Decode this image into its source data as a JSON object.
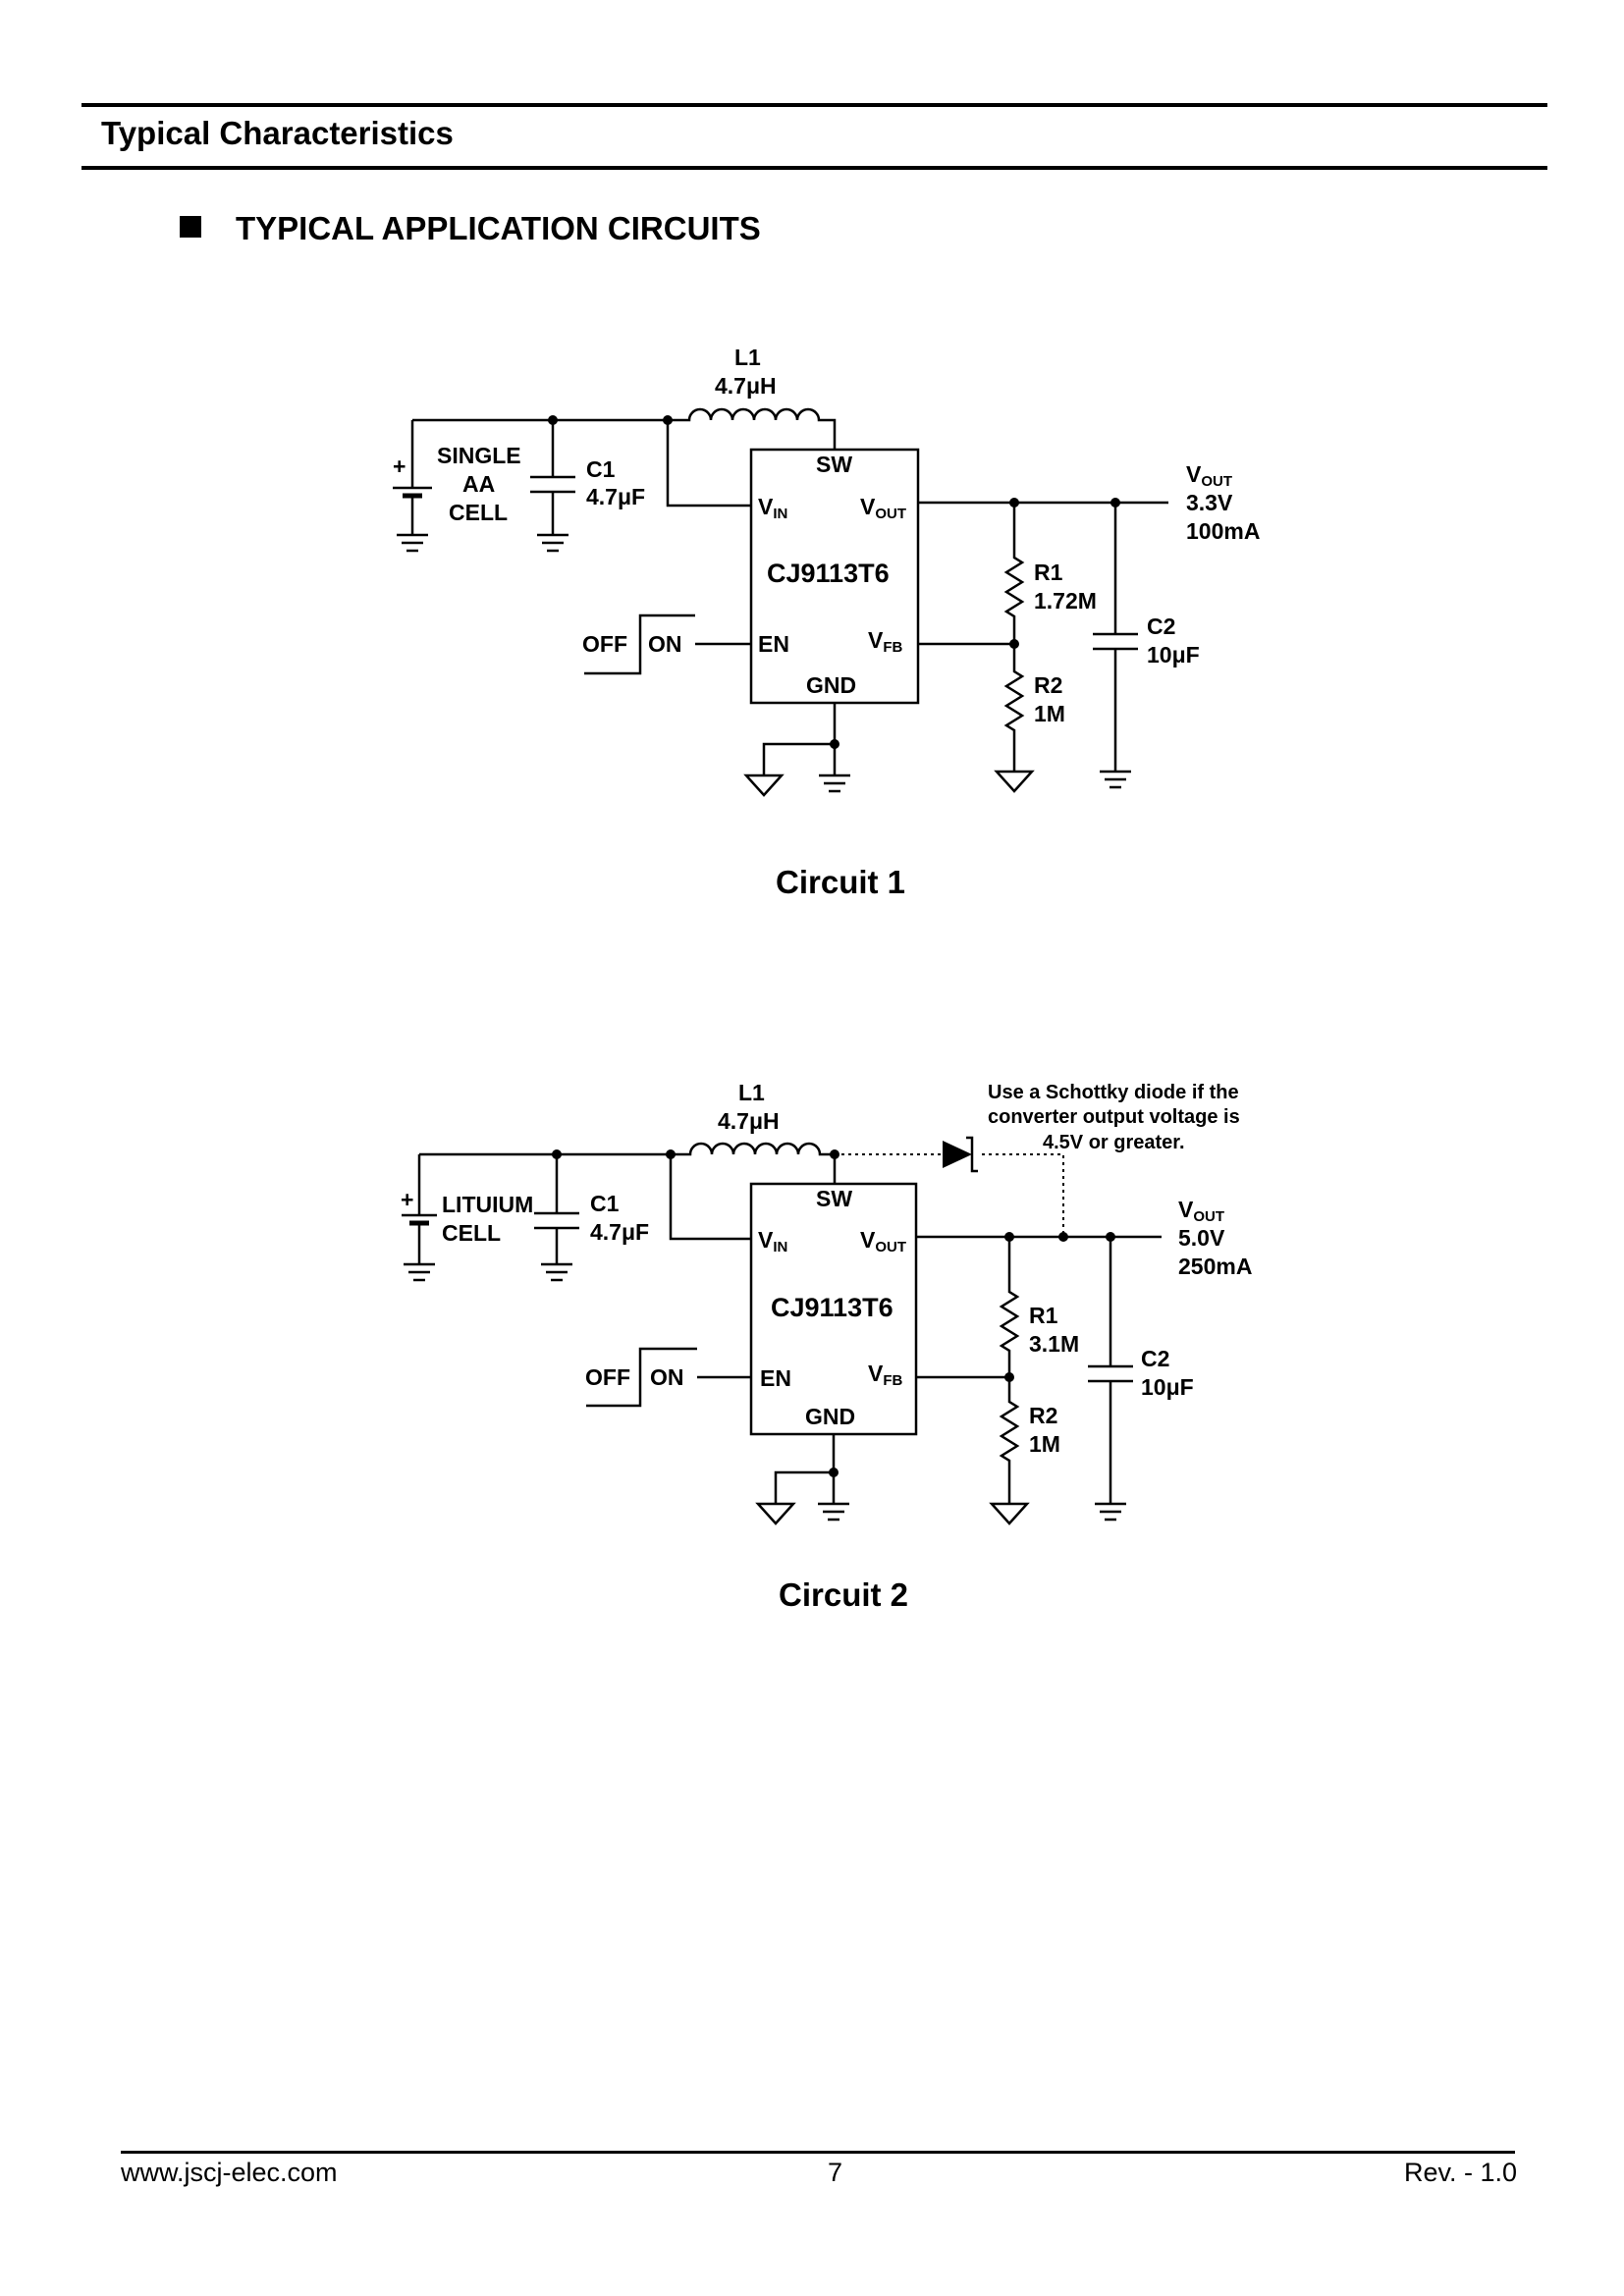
{
  "header": {
    "title": "Typical Characteristics"
  },
  "section": {
    "title": "TYPICAL APPLICATION CIRCUITS"
  },
  "circuit1": {
    "caption": "Circuit 1",
    "inductor_name": "L1",
    "inductor_value": "4.7μH",
    "source_line1": "SINGLE",
    "source_line2": "AA",
    "source_line3": "CELL",
    "battery_plus": "+",
    "c1_name": "C1",
    "c1_value": "4.7μF",
    "ic_name": "CJ9113T6",
    "pin_sw": "SW",
    "pin_vin": "V",
    "pin_vin_sub": "IN",
    "pin_vout": "V",
    "pin_vout_sub": "OUT",
    "pin_en": "EN",
    "pin_vfb": "V",
    "pin_vfb_sub": "FB",
    "pin_gnd": "GND",
    "switch_off": "OFF",
    "switch_on": "ON",
    "out_label": "V",
    "out_label_sub": "OUT",
    "out_voltage": "3.3V",
    "out_current": "100mA",
    "r1_name": "R1",
    "r1_value": "1.72M",
    "r2_name": "R2",
    "r2_value": "1M",
    "c2_name": "C2",
    "c2_value": "10μF"
  },
  "circuit2": {
    "caption": "Circuit 2",
    "inductor_name": "L1",
    "inductor_value": "4.7μH",
    "source_line1": "LITUIUM",
    "source_line2": "CELL",
    "battery_plus": "+",
    "c1_name": "C1",
    "c1_value": "4.7μF",
    "ic_name": "CJ9113T6",
    "pin_sw": "SW",
    "pin_vin": "V",
    "pin_vin_sub": "IN",
    "pin_vout": "V",
    "pin_vout_sub": "OUT",
    "pin_en": "EN",
    "pin_vfb": "V",
    "pin_vfb_sub": "FB",
    "pin_gnd": "GND",
    "switch_off": "OFF",
    "switch_on": "ON",
    "out_label": "V",
    "out_label_sub": "OUT",
    "out_voltage": "5.0V",
    "out_current": "250mA",
    "r1_name": "R1",
    "r1_value": "3.1M",
    "r2_name": "R2",
    "r2_value": "1M",
    "c2_name": "C2",
    "c2_value": "10μF",
    "note_line1": "Use a Schottky diode if the",
    "note_line2": "converter output voltage is",
    "note_line3": "4.5V or greater."
  },
  "footer": {
    "website": "www.jscj-elec.com",
    "page_number": "7",
    "revision": "Rev. - 1.0"
  }
}
